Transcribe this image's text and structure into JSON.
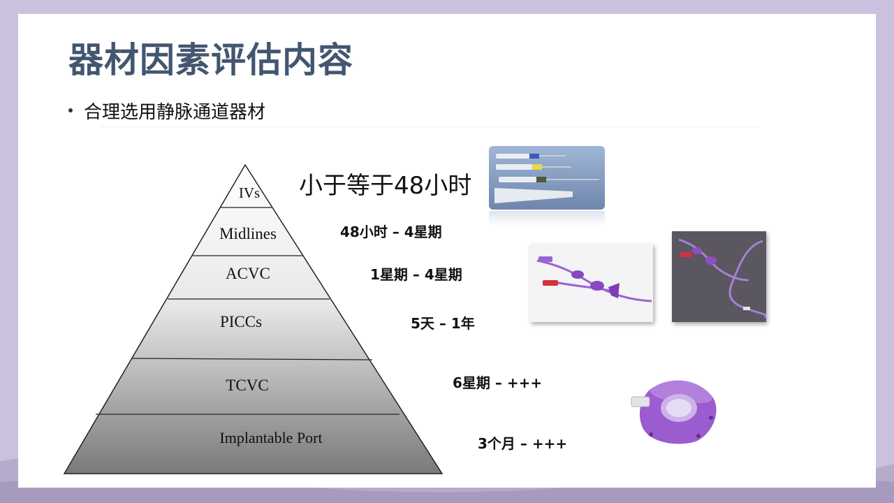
{
  "slide": {
    "title": "器材因素评估内容",
    "bullet": "合理选用静脉通道器材"
  },
  "pyramid": {
    "tiers": [
      {
        "label": "IVs"
      },
      {
        "label": "Midlines"
      },
      {
        "label": "ACVC"
      },
      {
        "label": "PICCs"
      },
      {
        "label": "TCVC"
      },
      {
        "label": "Implantable Port"
      }
    ]
  },
  "durations": [
    "小于等于48小时",
    "48小时 – 4星期",
    "1星期 – 4星期",
    "5天 – 1年",
    "6星期 – +++",
    "3个月 – +++"
  ],
  "images": [
    {
      "icon": "iv-cannula-photo"
    },
    {
      "icon": "picc-catheter-photo"
    },
    {
      "icon": "picc-catheter-coiled-photo"
    },
    {
      "icon": "implantable-port-photo"
    }
  ],
  "colors": {
    "title": "#435670",
    "background": "#c9c1dd",
    "device_purple": "#8a4fc0"
  }
}
